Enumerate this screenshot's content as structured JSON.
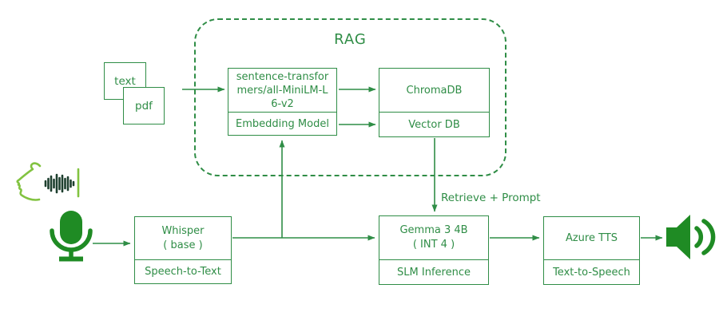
{
  "colors": {
    "line": "#2f8d46",
    "icon": "#1f8b24",
    "face": "#82c341",
    "wave": "#1d3f2e"
  },
  "rag": {
    "title": "RAG"
  },
  "boxes": {
    "embedding": {
      "line1": "sentence-transfor",
      "line2": "mers/all-MiniLM-L",
      "line3": "6-v2",
      "sub": "Embedding Model"
    },
    "vectordb": {
      "title": "ChromaDB",
      "sub": "Vector DB"
    },
    "stt": {
      "title": "Whisper",
      "subtitle": "( base )",
      "sub": "Speech-to-Text"
    },
    "slm": {
      "title": "Gemma 3 4B",
      "subtitle": "( INT 4 )",
      "sub": "SLM Inference"
    },
    "tts": {
      "title": "Azure TTS",
      "sub": "Text-to-Speech"
    }
  },
  "files": {
    "text": "text",
    "pdf": "pdf"
  },
  "labels": {
    "retrieve": "Retrieve + Prompt"
  },
  "icons": {
    "face": "face-speech-icon",
    "mic": "microphone-icon",
    "speaker": "speaker-icon"
  }
}
